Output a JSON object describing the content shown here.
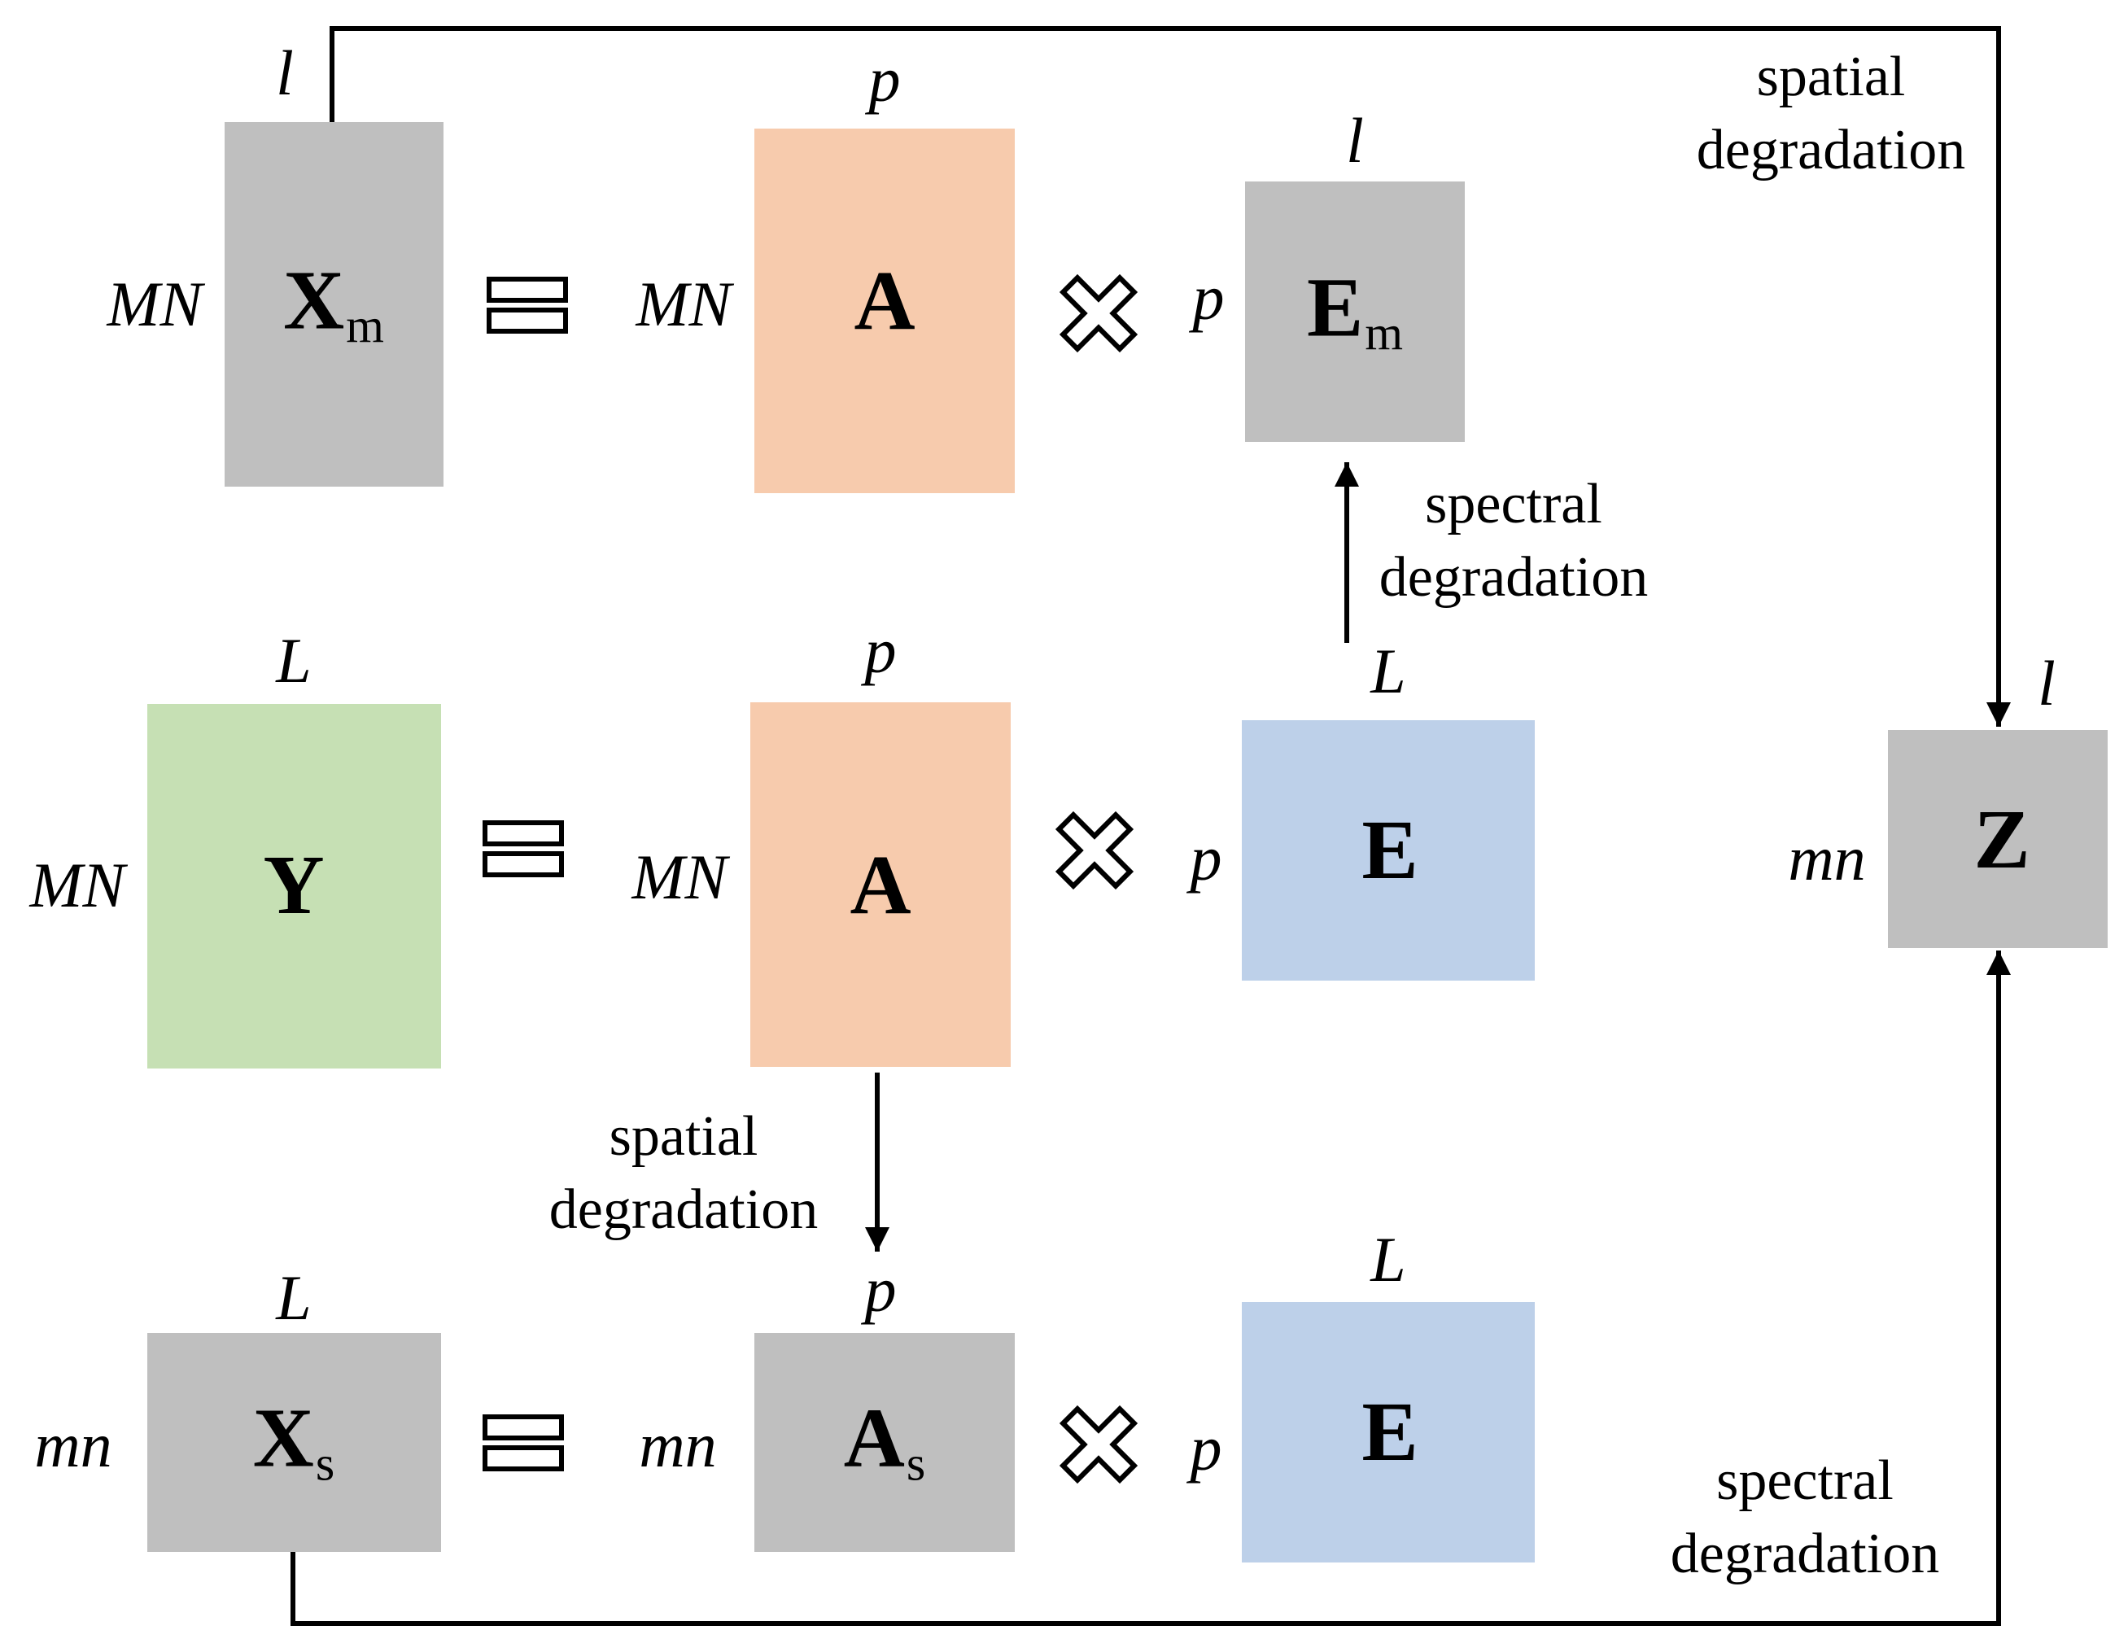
{
  "blocks": {
    "xm": {
      "symbol": "X",
      "sub": "m",
      "rows": "MN",
      "cols": "l",
      "color": "#bfbfbf"
    },
    "a_top": {
      "symbol": "A",
      "rows": "MN",
      "cols": "p",
      "color": "#f7cbad"
    },
    "em": {
      "symbol": "E",
      "sub": "m",
      "rows": "p",
      "cols": "l",
      "color": "#bfbfbf"
    },
    "y": {
      "symbol": "Y",
      "rows": "MN",
      "cols": "L",
      "color": "#c6e0b4"
    },
    "a_mid": {
      "symbol": "A",
      "rows": "MN",
      "cols": "p",
      "color": "#f7cbad"
    },
    "e_mid": {
      "symbol": "E",
      "rows": "p",
      "cols": "L",
      "color": "#bdd0e9"
    },
    "z": {
      "symbol": "Z",
      "rows": "mn",
      "cols": "l",
      "color": "#bfbfbf"
    },
    "xs": {
      "symbol": "X",
      "sub": "s",
      "rows": "mn",
      "cols": "L",
      "color": "#bfbfbf"
    },
    "as": {
      "symbol": "A",
      "sub": "s",
      "rows": "mn",
      "cols": "p",
      "color": "#bfbfbf"
    },
    "e_bot": {
      "symbol": "E",
      "rows": "p",
      "cols": "L",
      "color": "#bdd0e9"
    }
  },
  "notes": {
    "top_right": {
      "line1": "spatial",
      "line2": "degradation"
    },
    "mid": {
      "line1": "spectral",
      "line2": "degradation"
    },
    "left_bottom": {
      "line1": "spatial",
      "line2": "degradation"
    },
    "bottom_right": {
      "line1": "spectral",
      "line2": "degradation"
    }
  },
  "operators": {
    "equals": "equals-icon",
    "times": "times-icon"
  }
}
